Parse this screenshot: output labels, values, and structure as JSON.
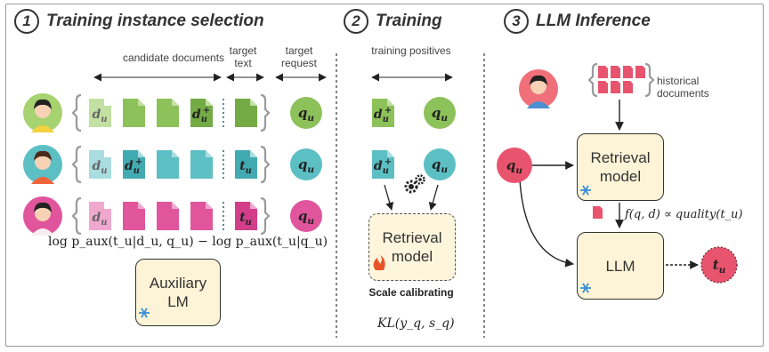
{
  "sections": [
    {
      "number": "1",
      "title": "Training instance selection"
    },
    {
      "number": "2",
      "title": "Training"
    },
    {
      "number": "3",
      "title": "LLM Inference"
    }
  ],
  "section1": {
    "candidate_label": "candidate documents",
    "target_text_label": "target text",
    "target_request_label": "target request",
    "rows": [
      {
        "color": "#8dc15a",
        "light": "#c2e0a1",
        "dark": "#74ab44",
        "docs": [
          "d_u",
          "",
          "",
          "d_u+"
        ],
        "target": "",
        "query": "q_u"
      },
      {
        "color": "#5cbfc4",
        "light": "#a9dde0",
        "dark": "#42abb1",
        "docs": [
          "d_u",
          "d_u+",
          "",
          ""
        ],
        "target": "t_u",
        "query": "q_u"
      },
      {
        "color": "#e0559c",
        "light": "#f0a8cf",
        "dark": "#d23e89",
        "docs": [
          "d_u",
          "",
          "",
          ""
        ],
        "target": "t_u",
        "query": "q_u"
      }
    ],
    "formula": "log p_aux(t_u|d_u, q_u) − log p_aux(t_u|q_u)",
    "aux_model": "Auxiliary LM"
  },
  "section2": {
    "training_positives_label": "training positives",
    "pos_docs": [
      "d_u+",
      "d_u+"
    ],
    "retrieval_model": "Retrieval model",
    "caption": "Scale calibrating",
    "kl": "KL(y_q, s_q)"
  },
  "section3": {
    "historical_label": "historical documents",
    "retrieval_model": "Retrieval model",
    "llm": "LLM",
    "query": "q_u",
    "output": "t_u",
    "score_fn": "f(q, d) ∝ quality(t_u)"
  },
  "colors": {
    "doc_pink": "#e8546e",
    "query_red": "#e8546e",
    "box_fill": "#fdf3d6",
    "frozen": "#3b8fd6",
    "fire": "#e8542a"
  }
}
